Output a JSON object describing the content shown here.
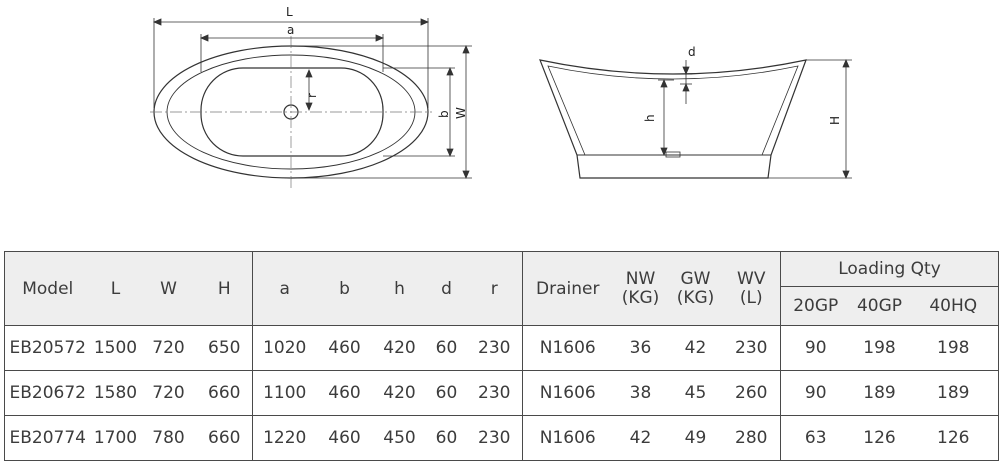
{
  "drawing": {
    "top_view_labels": {
      "L": "L",
      "a": "a",
      "r": "r",
      "b": "b",
      "W": "W"
    },
    "side_view_labels": {
      "d": "d",
      "h": "h",
      "H": "H"
    }
  },
  "table": {
    "headers": {
      "model": "Model",
      "L": "L",
      "W": "W",
      "H": "H",
      "a": "a",
      "b": "b",
      "h": "h",
      "d": "d",
      "r": "r",
      "drainer": "Drainer",
      "nw_line1": "NW",
      "nw_line2": "(KG)",
      "gw_line1": "GW",
      "gw_line2": "(KG)",
      "wv_line1": "WV",
      "wv_line2": "(L)",
      "loading_qty": "Loading Qty",
      "gp20": "20GP",
      "gp40": "40GP",
      "hq40": "40HQ"
    },
    "rows": [
      {
        "model": "EB20572",
        "L": "1500",
        "W": "720",
        "H": "650",
        "a": "1020",
        "b": "460",
        "h": "420",
        "d": "60",
        "r": "230",
        "drainer": "N1606",
        "nw": "36",
        "gw": "42",
        "wv": "230",
        "gp20": "90",
        "gp40": "198",
        "hq40": "198"
      },
      {
        "model": "EB20672",
        "L": "1580",
        "W": "720",
        "H": "660",
        "a": "1100",
        "b": "460",
        "h": "420",
        "d": "60",
        "r": "230",
        "drainer": "N1606",
        "nw": "38",
        "gw": "45",
        "wv": "260",
        "gp20": "90",
        "gp40": "189",
        "hq40": "189"
      },
      {
        "model": "EB20774",
        "L": "1700",
        "W": "780",
        "H": "660",
        "a": "1220",
        "b": "460",
        "h": "450",
        "d": "60",
        "r": "230",
        "drainer": "N1606",
        "nw": "42",
        "gw": "49",
        "wv": "280",
        "gp20": "63",
        "gp40": "126",
        "hq40": "126"
      }
    ]
  }
}
